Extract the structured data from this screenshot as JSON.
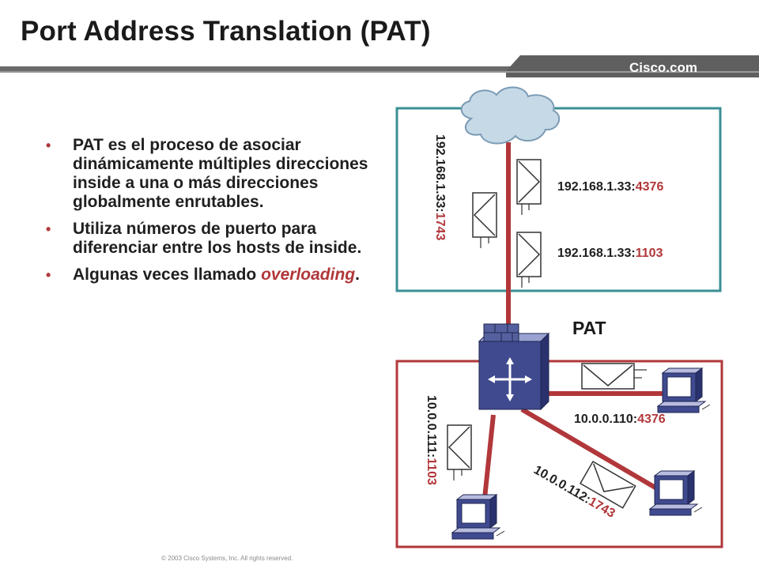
{
  "slide": {
    "title": "Port Address Translation (PAT)",
    "brand": "Cisco.com",
    "copyright": "© 2003 Cisco Systems, Inc. All rights reserved."
  },
  "bullets": [
    {
      "text": "PAT es el proceso de asociar dinámicamente múltiples direcciones inside a una o más direcciones globalmente enrutables."
    },
    {
      "text": "Utiliza números de puerto para diferenciar entre los hosts de inside."
    },
    {
      "text_before": "Algunas veces llamado ",
      "emphasis": "overloading",
      "text_after": "."
    }
  ],
  "bullet_glyph": "•",
  "diagram": {
    "device_label": "PAT",
    "outside": {
      "vertical": {
        "ip": "192.168.1.33:",
        "port": "1743"
      },
      "packet_top": {
        "ip": "192.168.1.33:",
        "port": "4376"
      },
      "packet_bottom": {
        "ip": "192.168.1.33:",
        "port": "1103"
      }
    },
    "inside": {
      "host_right": {
        "ip": "10.0.0.110:",
        "port": "4376"
      },
      "host_diag": {
        "ip": "10.0.0.112:",
        "port": "1743"
      },
      "host_left": {
        "ip": "10.0.0.111:",
        "port": "1103"
      }
    },
    "icons": [
      "cloud-icon",
      "firewall-router-icon",
      "envelope-icon",
      "workstation-icon"
    ]
  },
  "colors": {
    "accent_red": "#b1373a",
    "outside_border": "#3a8f95",
    "inside_border": "#b1373a",
    "header_bar": "#5f5f5f",
    "device_blue": "#3f4a8f"
  }
}
